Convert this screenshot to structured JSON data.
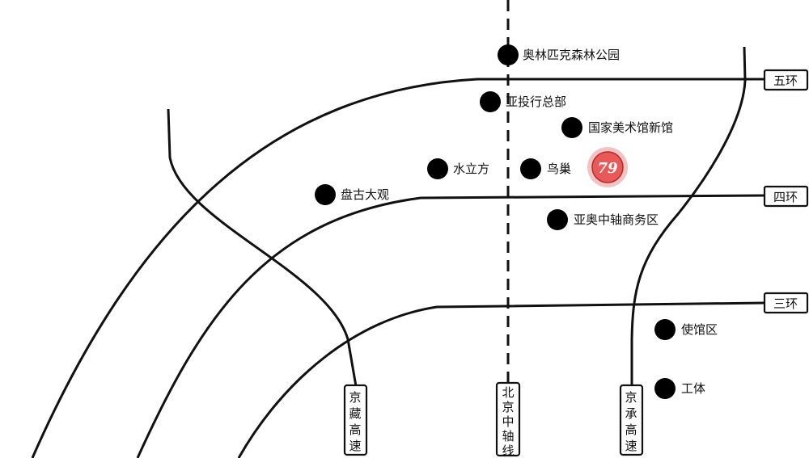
{
  "colors": {
    "line": "#111111",
    "dot": "#000000",
    "logo": "#e85a5a",
    "background": "#ffffff"
  },
  "rings": [
    {
      "id": "ring5",
      "label": "五环"
    },
    {
      "id": "ring4",
      "label": "四环"
    },
    {
      "id": "ring3",
      "label": "三环"
    }
  ],
  "highways": [
    {
      "id": "jingzang",
      "label": "京藏高速"
    },
    {
      "id": "axis",
      "label": "北京中轴线"
    },
    {
      "id": "jingcheng",
      "label": "京承高速"
    }
  ],
  "pois": [
    {
      "label": "奥林匹克森林公园"
    },
    {
      "label": "亚投行总部"
    },
    {
      "label": "国家美术馆新馆"
    },
    {
      "label": "水立方"
    },
    {
      "label": "鸟巢"
    },
    {
      "label": "盘古大观"
    },
    {
      "label": "亚奥中轴商务区"
    },
    {
      "label": "使馆区"
    },
    {
      "label": "工体"
    }
  ],
  "logo": {
    "icon": "logo-79-icon",
    "text": "79"
  }
}
